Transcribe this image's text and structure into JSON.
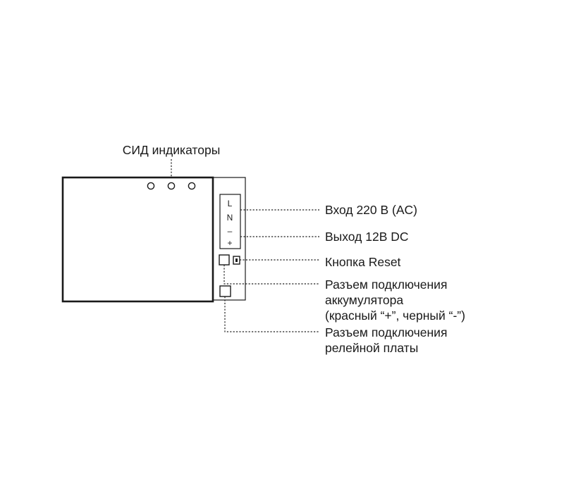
{
  "labels": {
    "led": "СИД индикаторы",
    "ac_input": "Вход 220 В (AC)",
    "dc_output": "Выход 12В DC",
    "reset": "Кнопка Reset",
    "battery_line1": "Разъем подключения",
    "battery_line2": "аккумулятора",
    "battery_line3": "(красный “+”, черный “-”)",
    "relay_line1": "Разъем подключения",
    "relay_line2": "релейной платы"
  },
  "terminals": {
    "l": "L",
    "n": "N",
    "minus": "–",
    "plus": "+"
  },
  "colors": {
    "line": "#1a1a1a",
    "background": "#ffffff"
  }
}
